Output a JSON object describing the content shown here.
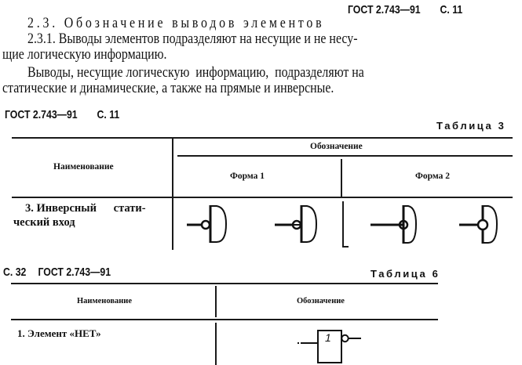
{
  "page1": {
    "running_header": {
      "standard": "ГОСТ 2.743—91",
      "page": "С. 11"
    },
    "section_title": "2.3. Обозначение выводов элементов",
    "paragraphs": [
      {
        "line1": "2.3.1. Выводы элементов подразделяют на несущие и не несу-",
        "line2": "щие логическую информацию."
      },
      {
        "line1": "Выводы, несущие логическую  информацию,  подразделяют на",
        "line2": "статические и динамические, а также на прямые и инверсные."
      }
    ]
  },
  "table3": {
    "running_header": {
      "standard": "ГОСТ 2.743—91",
      "page": "С. 11"
    },
    "caption": "Таблица 3",
    "columns": {
      "name": "Наименование",
      "designation": "Обозначение",
      "form1": "Форма 1",
      "form2": "Форма 2"
    },
    "rows": [
      {
        "name_line1": "3. Инверсный      стати-",
        "name_line2": "ческий вход",
        "form1_symbols": [
          "inverse-input-circle-outside",
          "inverse-input-circle-on-line"
        ],
        "form2_symbols": [
          "inverse-input-circle-crossed",
          "inverse-input-circle-on-line"
        ]
      }
    ]
  },
  "table6": {
    "running_header": {
      "page": "С. 32",
      "standard": "ГОСТ 2.743—91"
    },
    "caption": "Таблица 6",
    "columns": {
      "name": "Наименование",
      "designation": "Обозначение"
    },
    "rows": [
      {
        "name": "1. Элемент «НЕТ»",
        "symbol_label": "1",
        "symbol": "not-gate"
      }
    ]
  }
}
